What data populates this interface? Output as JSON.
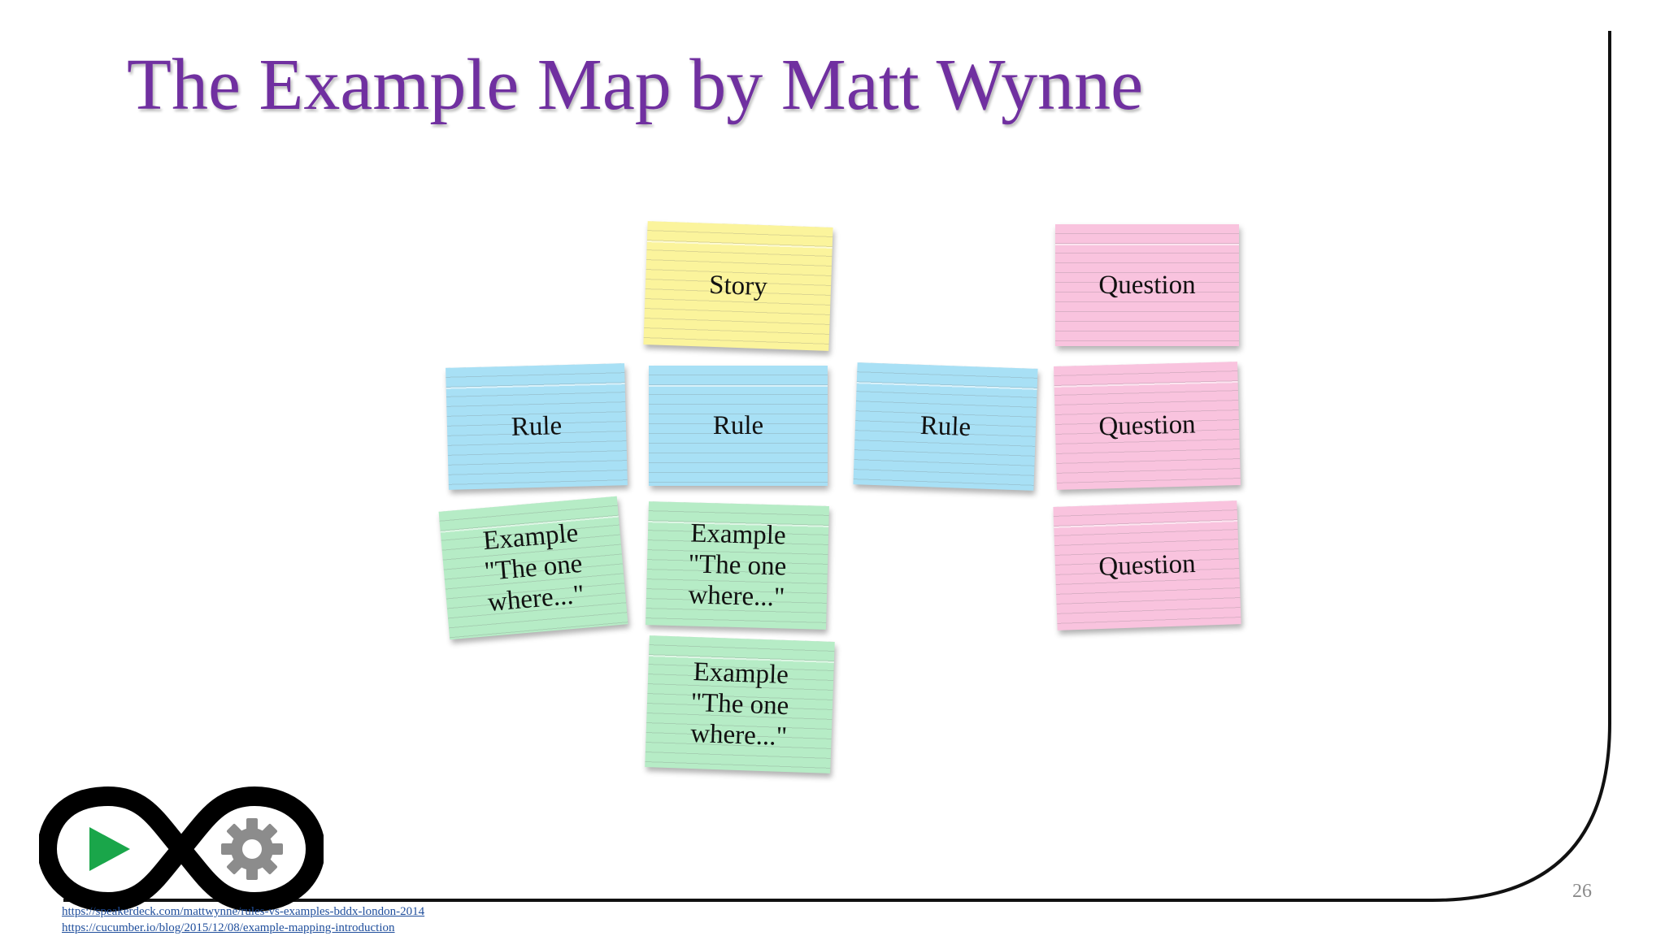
{
  "slide": {
    "title": "The Example Map by Matt Wynne",
    "page_number": "26"
  },
  "cards": {
    "story": "Story",
    "rule_1": "Rule",
    "rule_2": "Rule",
    "rule_3": "Rule",
    "example_1": "Example\n\"The one\nwhere...\"",
    "example_2": "Example\n\"The one\nwhere...\"",
    "example_3": "Example\n\"The one\nwhere...\"",
    "question_1": "Question",
    "question_2": "Question",
    "question_3": "Question"
  },
  "references": [
    "https://speakerdeck.com/mattwynne/rules-vs-examples-bddx-london-2014",
    "https://cucumber.io/blog/2015/12/08/example-mapping-introduction"
  ],
  "colors": {
    "title": "#7030a0",
    "story_card": "#fbf49c",
    "rule_card": "#a8e0f5",
    "example_card": "#b6ecc6",
    "question_card": "#f9c3de",
    "logo_play": "#1aa64a",
    "logo_gear": "#8c8c8c"
  },
  "icons": [
    "infinity-logo-icon",
    "play-icon",
    "gear-icon"
  ]
}
